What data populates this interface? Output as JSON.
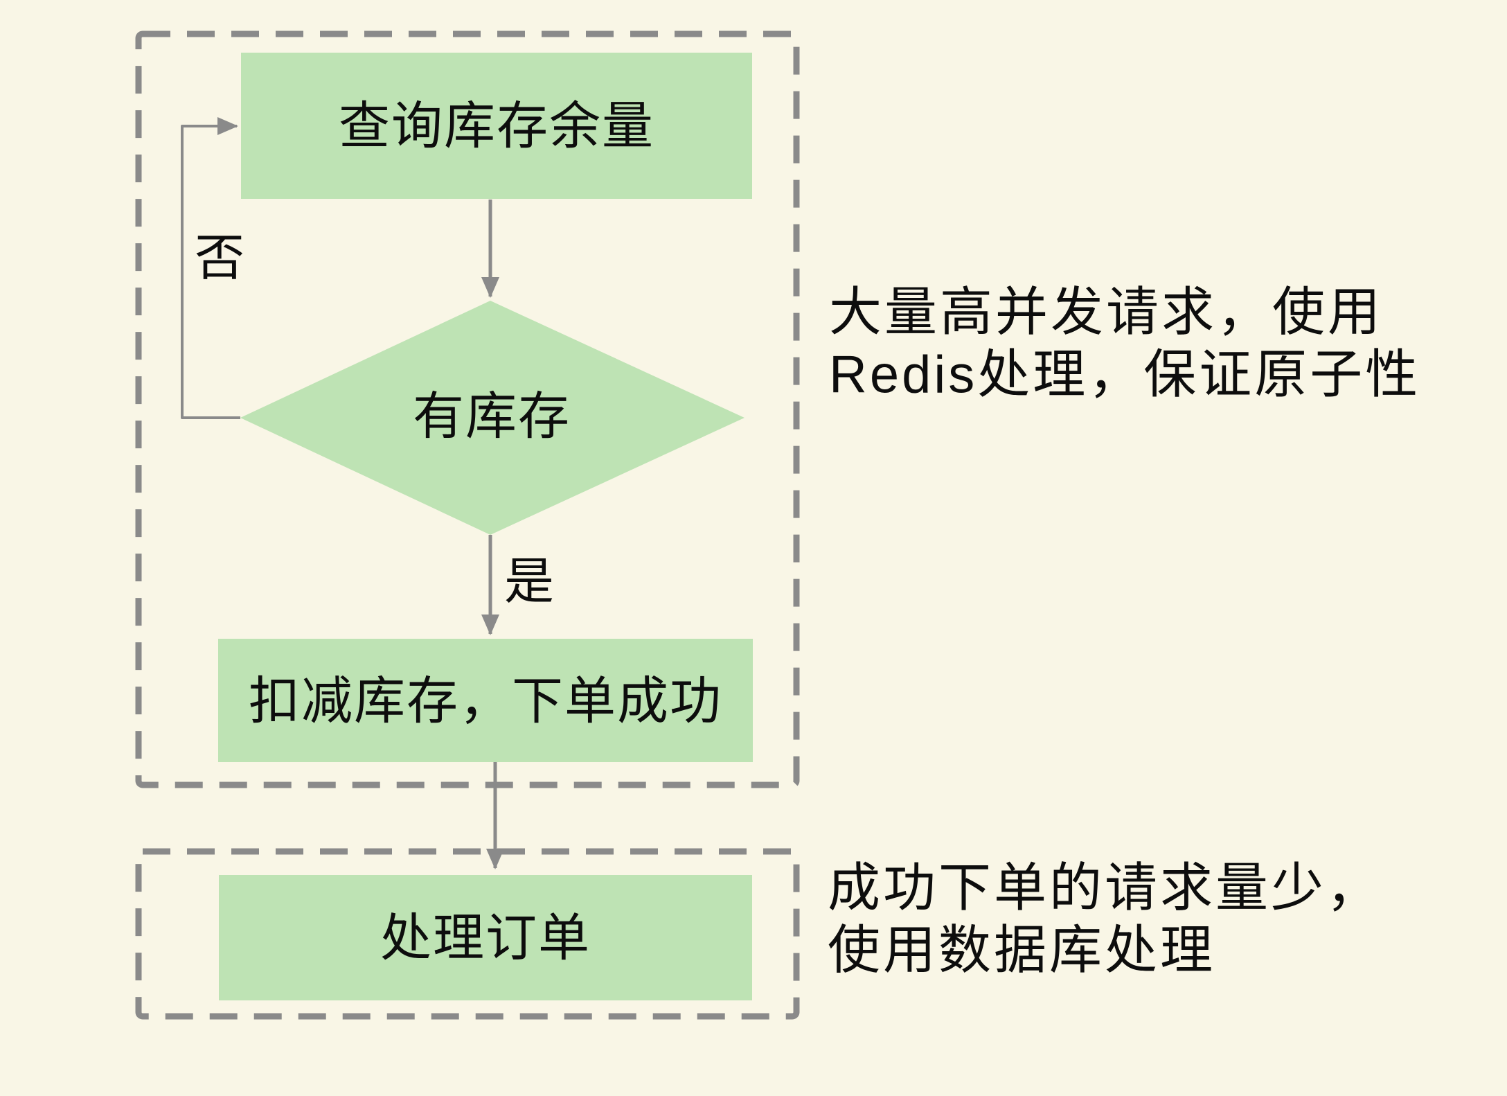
{
  "colors": {
    "background": "#f9f6e6",
    "node_fill": "#bee3b4",
    "line_gray": "#8a8a8a",
    "text": "#0d0d0d"
  },
  "nodes": {
    "query_stock": "查询库存余量",
    "has_stock": "有库存",
    "deduct_stock": "扣减库存，下单成功",
    "handle_order": "处理订单"
  },
  "edge_labels": {
    "no": "否",
    "yes": "是"
  },
  "annotations": {
    "redis": {
      "line1": "大量高并发请求，使用",
      "line2": "Redis处理，保证原子性"
    },
    "database": {
      "line1": "成功下单的请求量少，",
      "line2": "使用数据库处理"
    }
  }
}
